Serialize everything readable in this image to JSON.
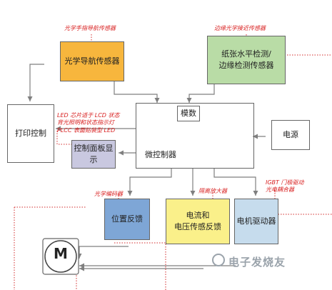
{
  "labels": {
    "optical_finger_sensor": "光学手指导航传感器",
    "edge_optical_proximity": "边缘光学接近传感器",
    "led_note": "LED 芯片适于 LCD 状态\n背光照明和状态指示灯\nPLCC 表面贴装型 LED",
    "optical_encoder": "光学编码器",
    "isolation_amplifier": "隔离放大器",
    "igbt_driver": "IGBT 门极驱动\n光电耦合器"
  },
  "blocks": {
    "optical_nav_sensor": "光学导航传感器",
    "paper_sensor": "纸张水平检测/\n边缘检测传感器",
    "print_control": "打印控制",
    "modules": "模数",
    "microcontroller": "微控制器",
    "power": "电源",
    "panel_display": "控制面板显示",
    "position_feedback": "位置反馈",
    "current_voltage_feedback": "电流和\n电压传感反馈",
    "motor_driver": "电机驱动器",
    "motor": "M"
  },
  "watermark": "电子发烧友",
  "colors": {
    "optical_nav_fill": "#f7b63d",
    "paper_sensor_fill": "#b9dca6",
    "panel_display_fill": "#c9c8e0",
    "position_fill": "#7ea6d6",
    "current_fill": "#faf08a",
    "motor_driver_fill": "#c6dced",
    "arrow": "#7f7f7f",
    "dotted": "#d32b2b"
  }
}
